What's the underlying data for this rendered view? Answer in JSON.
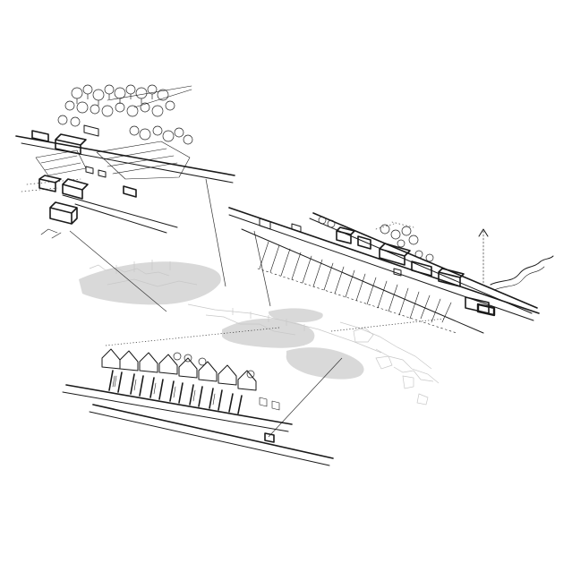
{
  "drawing": {
    "colors": {
      "ink": "#1a1a1a",
      "ghost_shadow": "#d9d9d9",
      "paper": "#ffffff"
    },
    "panels": [
      "top-left-sketch",
      "right-sketch",
      "bottom-sketch",
      "central-ghost-plan"
    ],
    "icons": {
      "north_arrow": "arrow-up-icon"
    }
  }
}
